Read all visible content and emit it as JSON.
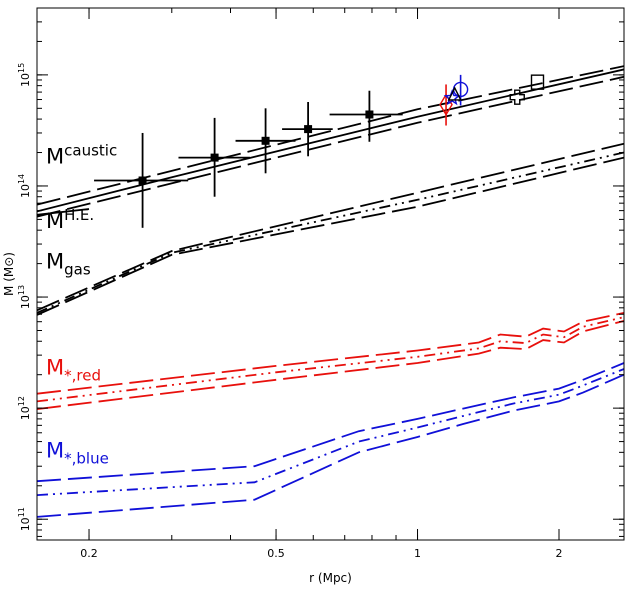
{
  "chart_data": {
    "type": "line",
    "xlabel": "r (Mpc)",
    "ylabel": "M (M⊙)",
    "xscale": "log",
    "yscale": "log",
    "xlim": [
      0.155,
      2.75
    ],
    "ylim": [
      65000000000.0,
      4000000000000000.0
    ],
    "grid": false,
    "x_ticks": [
      {
        "value": 0.2,
        "label": "0.2"
      },
      {
        "value": 0.5,
        "label": "0.5"
      },
      {
        "value": 1,
        "label": "1"
      },
      {
        "value": 2,
        "label": "2"
      }
    ],
    "y_ticks": [
      {
        "value": 100000000000.0,
        "base": "10",
        "exp": "11"
      },
      {
        "value": 1000000000000.0,
        "base": "10",
        "exp": "12"
      },
      {
        "value": 10000000000000.0,
        "base": "10",
        "exp": "13"
      },
      {
        "value": 100000000000000.0,
        "base": "10",
        "exp": "14"
      },
      {
        "value": 1000000000000000.0,
        "base": "10",
        "exp": "15"
      }
    ],
    "series": [
      {
        "key": "caustic",
        "color": "#000000",
        "style": "solid",
        "x": [
          0.155,
          0.3,
          1.0,
          2.75
        ],
        "y": [
          59000000000000.0,
          120000000000000.0,
          420000000000000.0,
          1120000000000000.0
        ]
      },
      {
        "key": "caustic_up",
        "color": "#000000",
        "style": "dash",
        "x": [
          0.155,
          1.0,
          2.75
        ],
        "y": [
          68000000000000.0,
          490000000000000.0,
          1200000000000000.0
        ]
      },
      {
        "key": "caustic_lo",
        "color": "#000000",
        "style": "dash",
        "x": [
          0.155,
          1.0,
          2.75
        ],
        "y": [
          53000000000000.0,
          370000000000000.0,
          960000000000000.0
        ]
      },
      {
        "key": "he",
        "color": "#000000",
        "style": "solid",
        "x": [
          0.155,
          0.2
        ],
        "y": [
          55000000000000.0,
          62000000000000.0
        ]
      },
      {
        "key": "gas_c",
        "color": "#000000",
        "style": "dashdotdot",
        "x": [
          0.155,
          0.3,
          1.0,
          2.75
        ],
        "y": [
          7200000000000.0,
          25000000000000.0,
          75000000000000.0,
          200000000000000.0
        ]
      },
      {
        "key": "gas_up",
        "color": "#000000",
        "style": "dash",
        "x": [
          0.155,
          0.3,
          1.0,
          2.75
        ],
        "y": [
          7600000000000.0,
          26000000000000.0,
          87000000000000.0,
          240000000000000.0
        ]
      },
      {
        "key": "gas_lo",
        "color": "#000000",
        "style": "dash",
        "x": [
          0.155,
          0.3,
          1.0,
          2.75
        ],
        "y": [
          6900000000000.0,
          24000000000000.0,
          65000000000000.0,
          180000000000000.0
        ]
      },
      {
        "key": "red_up",
        "color": "#e8100c",
        "style": "dash",
        "x": [
          0.155,
          0.5,
          1.0,
          1.35,
          1.5,
          1.7,
          1.85,
          2.05,
          2.25,
          2.75
        ],
        "y": [
          1350000000000.0,
          2400000000000.0,
          3300000000000.0,
          3900000000000.0,
          4600000000000.0,
          4400000000000.0,
          5200000000000.0,
          4900000000000.0,
          6000000000000.0,
          7200000000000.0
        ]
      },
      {
        "key": "red_c",
        "color": "#e8100c",
        "style": "dashdotdot",
        "x": [
          0.155,
          0.5,
          1.0,
          1.35,
          1.5,
          1.7,
          1.85,
          2.05,
          2.25,
          2.75
        ],
        "y": [
          1150000000000.0,
          2100000000000.0,
          2900000000000.0,
          3450000000000.0,
          4000000000000.0,
          3850000000000.0,
          4600000000000.0,
          4350000000000.0,
          5400000000000.0,
          6600000000000.0
        ]
      },
      {
        "key": "red_lo",
        "color": "#e8100c",
        "style": "dash",
        "x": [
          0.155,
          0.5,
          1.0,
          1.35,
          1.5,
          1.7,
          1.85,
          2.05,
          2.25,
          2.75
        ],
        "y": [
          980000000000.0,
          1800000000000.0,
          2550000000000.0,
          3100000000000.0,
          3500000000000.0,
          3400000000000.0,
          4100000000000.0,
          3900000000000.0,
          4900000000000.0,
          6100000000000.0
        ]
      },
      {
        "key": "blue_up",
        "color": "#1010d8",
        "style": "dash",
        "x": [
          0.155,
          0.45,
          0.75,
          1.0,
          1.25,
          1.6,
          2.0,
          2.25,
          2.75
        ],
        "y": [
          220000000000.0,
          300000000000.0,
          620000000000.0,
          800000000000.0,
          990000000000.0,
          1250000000000.0,
          1500000000000.0,
          1800000000000.0,
          2550000000000.0
        ]
      },
      {
        "key": "blue_c",
        "color": "#1010d8",
        "style": "dashdotdot",
        "x": [
          0.155,
          0.45,
          0.75,
          1.0,
          1.25,
          1.6,
          2.0,
          2.25,
          2.75
        ],
        "y": [
          165000000000.0,
          215000000000.0,
          500000000000.0,
          670000000000.0,
          850000000000.0,
          1100000000000.0,
          1320000000000.0,
          1600000000000.0,
          2250000000000.0
        ]
      },
      {
        "key": "blue_lo",
        "color": "#1010d8",
        "style": "dash",
        "x": [
          0.155,
          0.45,
          0.75,
          1.0,
          1.25,
          1.6,
          2.0,
          2.25,
          2.75
        ],
        "y": [
          105000000000.0,
          150000000000.0,
          400000000000.0,
          550000000000.0,
          720000000000.0,
          950000000000.0,
          1150000000000.0,
          1380000000000.0,
          2000000000000.0
        ]
      }
    ],
    "points": [
      {
        "x": 0.26,
        "y": 112000000000000.0,
        "xerr": [
          0.205,
          0.325
        ],
        "yerr": [
          42000000000000.0,
          300000000000000.0
        ]
      },
      {
        "x": 0.37,
        "y": 180000000000000.0,
        "xerr": [
          0.31,
          0.44
        ],
        "yerr": [
          80000000000000.0,
          410000000000000.0
        ]
      },
      {
        "x": 0.475,
        "y": 255000000000000.0,
        "xerr": [
          0.41,
          0.55
        ],
        "yerr": [
          130000000000000.0,
          500000000000000.0
        ]
      },
      {
        "x": 0.585,
        "y": 325000000000000.0,
        "xerr": [
          0.515,
          0.66
        ],
        "yerr": [
          185000000000000.0,
          570000000000000.0
        ]
      },
      {
        "x": 0.79,
        "y": 440000000000000.0,
        "xerr": [
          0.65,
          0.93
        ],
        "yerr": [
          250000000000000.0,
          720000000000000.0
        ]
      }
    ],
    "markers": [
      {
        "shape": "diamond",
        "x": 1.15,
        "y": 540000000000000.0,
        "color": "#e8100c",
        "yerr": [
          350000000000000.0,
          820000000000000.0
        ]
      },
      {
        "shape": "star",
        "x": 1.185,
        "y": 620000000000000.0,
        "color": "#1010d8"
      },
      {
        "shape": "circle",
        "x": 1.235,
        "y": 740000000000000.0,
        "color": "#1010d8",
        "yerr": [
          530000000000000.0,
          1000000000000000.0
        ]
      },
      {
        "shape": "triangle",
        "x": 1.2,
        "y": 660000000000000.0,
        "color": "#000000"
      },
      {
        "shape": "cross",
        "x": 1.63,
        "y": 630000000000000.0,
        "color": "#000000"
      },
      {
        "shape": "square",
        "x": 1.8,
        "y": 860000000000000.0,
        "color": "#000000"
      }
    ],
    "curve_labels": [
      {
        "key": "caustic",
        "base": "M",
        "sup": "caustic",
        "sub": "",
        "color": "#000000",
        "x": 0.162,
        "y": 160000000000000.0
      },
      {
        "key": "he",
        "base": "M",
        "sup": "H.E.",
        "sub": "",
        "color": "#000000",
        "x": 0.162,
        "y": 42000000000000.0
      },
      {
        "key": "gas",
        "base": "M",
        "sup": "",
        "sub": "gas",
        "color": "#000000",
        "x": 0.162,
        "y": 18000000000000.0
      },
      {
        "key": "red",
        "base": "M",
        "sup": "",
        "sub": "*,red",
        "color": "#e8100c",
        "x": 0.162,
        "y": 2000000000000.0
      },
      {
        "key": "blue",
        "base": "M",
        "sup": "",
        "sub": "*,blue",
        "color": "#1010d8",
        "x": 0.162,
        "y": 360000000000.0
      }
    ]
  }
}
